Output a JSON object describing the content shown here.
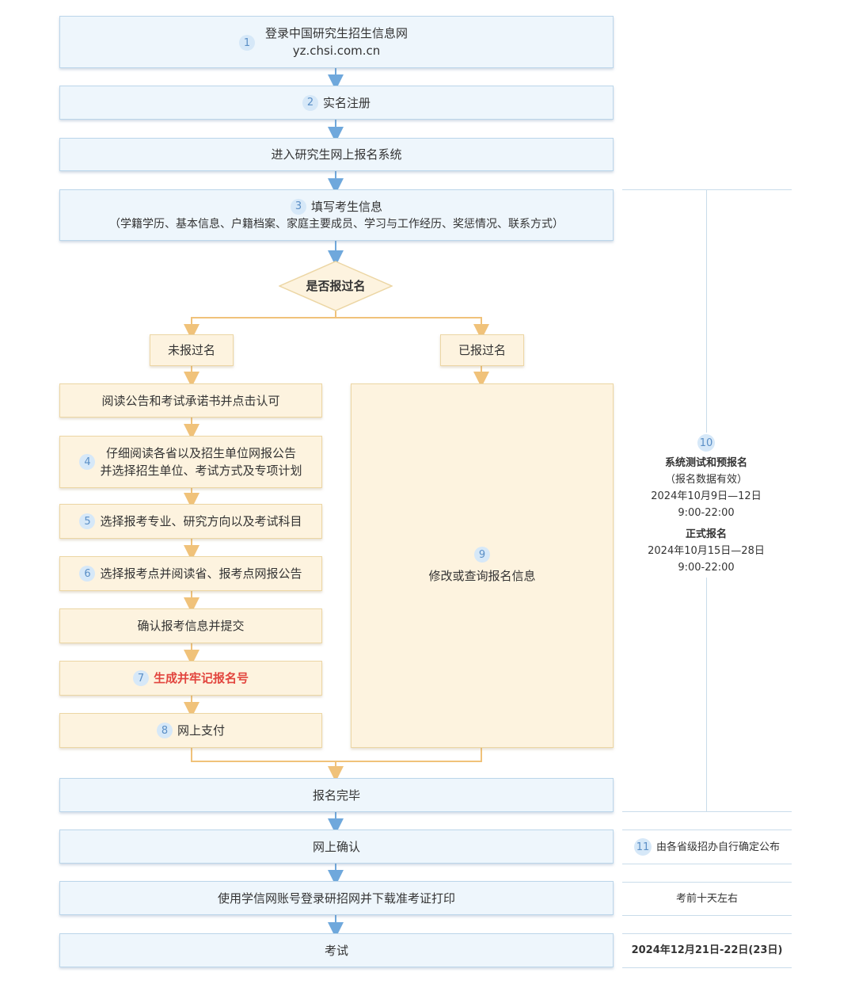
{
  "steps": {
    "s1": {
      "num": "1",
      "line1": "登录中国研究生招生信息网",
      "line2": "yz.chsi.com.cn"
    },
    "s2": {
      "num": "2",
      "label": "实名注册"
    },
    "enter": {
      "label": "进入研究生网上报名系统"
    },
    "s3": {
      "num": "3",
      "line1": "填写考生信息",
      "line2": "（学籍学历、基本信息、户籍档案、家庭主要成员、学习与工作经历、奖惩情况、联系方式）"
    },
    "decision": {
      "label": "是否报过名"
    },
    "no_branch": {
      "label": "未报过名"
    },
    "yes_branch": {
      "label": "已报过名"
    },
    "read_notice": {
      "label": "阅读公告和考试承诺书并点击认可"
    },
    "s4": {
      "num": "4",
      "line1": "仔细阅读各省以及招生单位网报公告",
      "line2": "并选择招生单位、考试方式及专项计划"
    },
    "s5": {
      "num": "5",
      "label": "选择报考专业、研究方向以及考试科目"
    },
    "s6": {
      "num": "6",
      "label": "选择报考点并阅读省、报考点网报公告"
    },
    "confirm_submit": {
      "label": "确认报考信息并提交"
    },
    "s7": {
      "num": "7",
      "label": "生成并牢记报名号"
    },
    "s8": {
      "num": "8",
      "label": "网上支付"
    },
    "s9": {
      "num": "9",
      "label": "修改或查询报名信息"
    },
    "done": {
      "label": "报名完毕"
    },
    "online_confirm": {
      "label": "网上确认"
    },
    "download": {
      "label": "使用学信网账号登录研招网并下载准考证打印"
    },
    "exam": {
      "label": "考试"
    }
  },
  "side": {
    "s10": {
      "num": "10",
      "title1": "系统测试和预报名",
      "sub1": "（报名数据有效）",
      "date1": "2024年10月9日—12日",
      "time1": "9:00-22:00",
      "title2": "正式报名",
      "date2": "2024年10月15日—28日",
      "time2": "9:00-22:00"
    },
    "s11": {
      "num": "11",
      "label": "由各省级招办自行确定公布"
    },
    "print_time": "考前十天左右",
    "exam_date": "2024年12月21日-22日(23日)"
  },
  "colors": {
    "blue_box": "#eef6fc",
    "cream_box": "#fdf3df",
    "blue_arrow": "#6fa8dc",
    "orange_arrow": "#f0c27a",
    "highlight_red": "#e2453e"
  }
}
